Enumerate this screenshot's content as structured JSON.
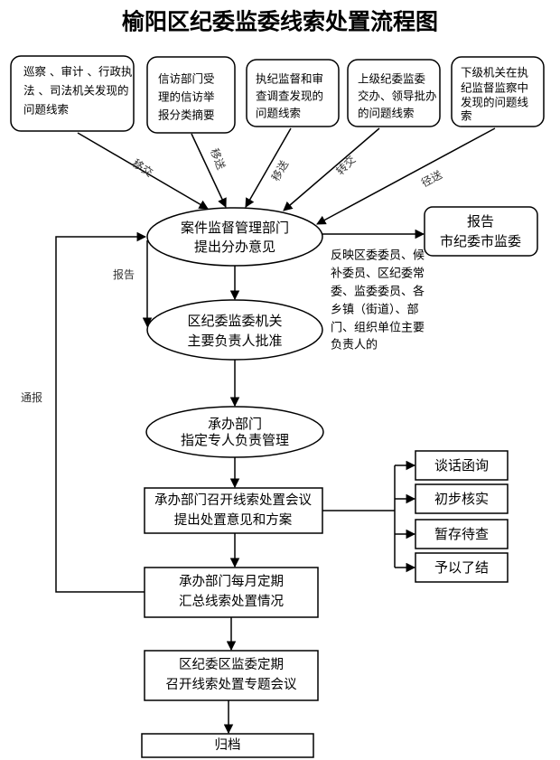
{
  "title": "榆阳区纪委监委线索处置流程图",
  "sources": [
    {
      "lines": [
        "巡察 、审计 、行政执",
        "法 、司法机关发现的",
        "问题线索"
      ]
    },
    {
      "lines": [
        "信访部门受",
        "理的信访举",
        "报分类摘要"
      ]
    },
    {
      "lines": [
        "执纪监督和审",
        "查调查发现的",
        "问题线索"
      ]
    },
    {
      "lines": [
        "上级纪委监委",
        "交办、领导批办",
        "的问题线索"
      ]
    },
    {
      "lines": [
        "下级机关在执",
        "纪监督监察中",
        "发现的问题线",
        "索"
      ]
    }
  ],
  "source_arrow_labels": [
    "移交",
    "移送",
    "移送",
    "转交",
    "径送"
  ],
  "case_management": {
    "lines": [
      "案件监督管理部门",
      "提出分办意见"
    ]
  },
  "report_box": {
    "lines": [
      "报告",
      "市纪委市监委"
    ]
  },
  "report_condition": {
    "lines": [
      "反映区委委员、候",
      "补委员、区纪委常",
      "委、监委委员、各",
      "乡镇（街道）、部",
      "门、组织单位主要",
      "负责人的"
    ]
  },
  "report_label": "报告",
  "notify_label": "通报",
  "approval": {
    "lines": [
      "区纪委监委机关",
      "主要负责人批准"
    ]
  },
  "undertaking": {
    "lines": [
      "承办部门",
      "指定专人负责管理"
    ]
  },
  "meeting": {
    "lines": [
      "承办部门召开线索处置会议",
      "提出处置意见和方案"
    ]
  },
  "disposal_options": [
    "谈话函询",
    "初步核实",
    "暂存待查",
    "予以了结"
  ],
  "monthly_summary": {
    "lines": [
      "承办部门每月定期",
      "汇总线索处置情况"
    ]
  },
  "special_meeting": {
    "lines": [
      "区纪委区监委定期",
      "召开线索处置专题会议"
    ]
  },
  "archive": "归档"
}
